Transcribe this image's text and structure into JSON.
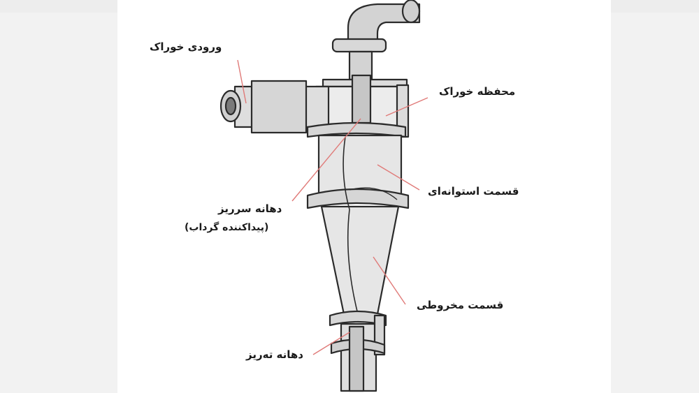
{
  "labels": {
    "feed_inlet": "ورودی خوراک",
    "feed_chamber": "محفظه خوراک",
    "overflow_nozzle": "دهانه سرریز",
    "vortex_finder": "(پیداکننده گرداب)",
    "cylindrical_section": "قسمت استوانه‌ای",
    "conical_section": "قسمت مخروطی",
    "underflow_nozzle": "دهانه ته‌ریز"
  },
  "colors": {
    "outline": "#2b2b2b",
    "body_fill": "#e9e9e9",
    "pipe_fill": "#d3d3d3",
    "inner_fill": "#bdbdbd",
    "leader": "#e07a78"
  }
}
